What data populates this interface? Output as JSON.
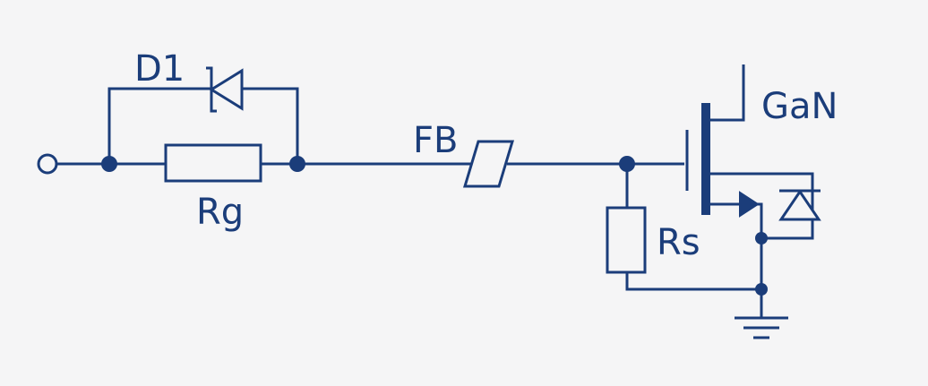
{
  "colors": {
    "background": "#f5f5f6",
    "ink": "#1b3d7a"
  },
  "labels": {
    "d1": "D1",
    "rg": "Rg",
    "fb": "FB",
    "gan": "GaN",
    "rs": "Rs"
  }
}
